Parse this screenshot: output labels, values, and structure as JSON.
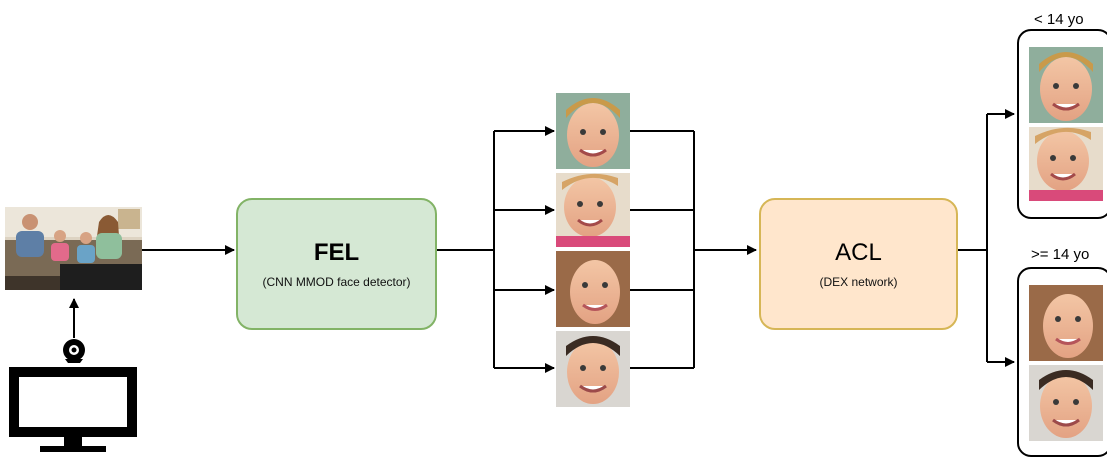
{
  "fel": {
    "title": "FEL",
    "subtitle": "(CNN MMOD face detector)"
  },
  "acl": {
    "title": "ACL",
    "subtitle": "(DEX network)"
  },
  "groups": {
    "under_14": "< 14 yo",
    "over_14": ">= 14 yo"
  },
  "colors": {
    "fel_fill": "#d5e8d4",
    "fel_stroke": "#82b366",
    "acl_fill": "#ffe6cc",
    "acl_stroke": "#d6b656",
    "arrow": "#000000"
  },
  "icons": {
    "monitor": "monitor-icon",
    "webcam": "webcam-icon",
    "family_photo": "family-photo",
    "faces": [
      "boy-face-1",
      "boy-face-2",
      "woman-face",
      "man-face"
    ]
  }
}
